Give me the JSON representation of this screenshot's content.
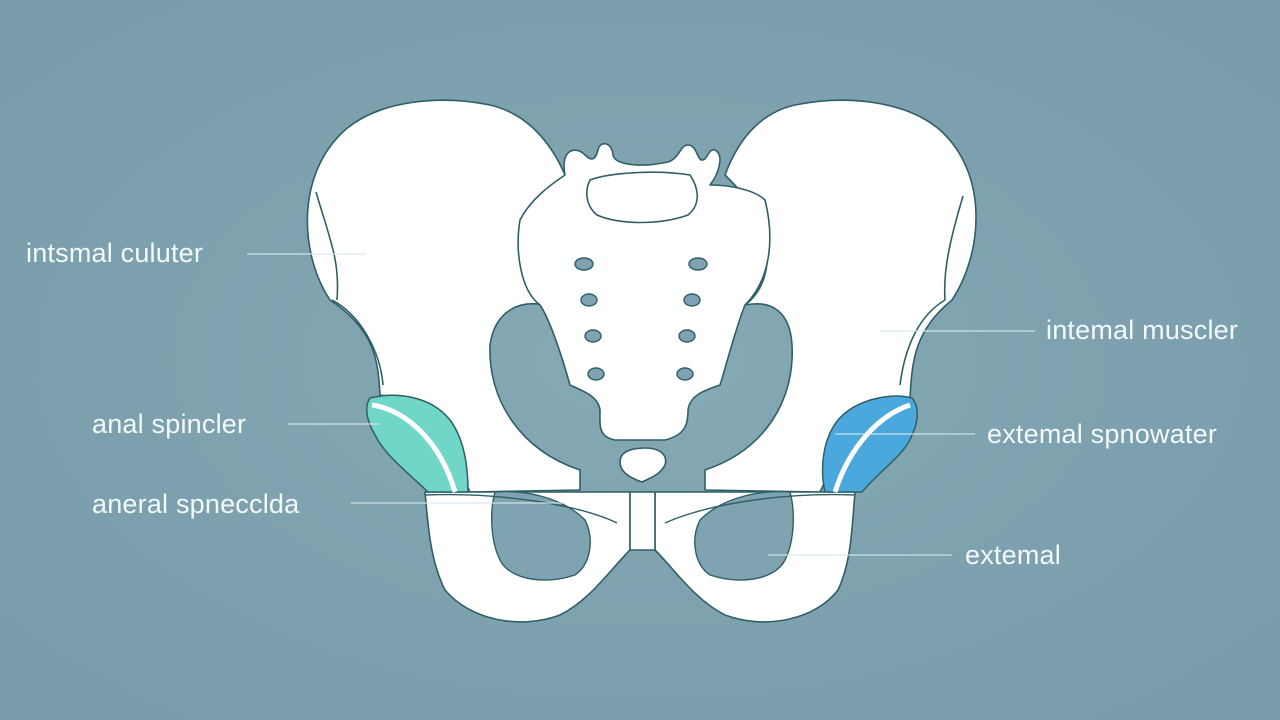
{
  "diagram": {
    "subject": "pelvis",
    "colors": {
      "background": "#7fa3b0",
      "bone_fill": "#ffffff",
      "outline": "#2f5f66",
      "left_region": "#6fd6c8",
      "right_region": "#4aa8dc",
      "leader_line": "#d8e8ec",
      "label_text": "#f2fafb"
    },
    "labels": {
      "left": [
        {
          "text": "intsmal culuter"
        },
        {
          "text": "anal spincler"
        },
        {
          "text": "aneral spnecclda"
        }
      ],
      "right": [
        {
          "text": "intemal muscler"
        },
        {
          "text": "extemal spnowater"
        },
        {
          "text": "extemal"
        }
      ]
    }
  }
}
